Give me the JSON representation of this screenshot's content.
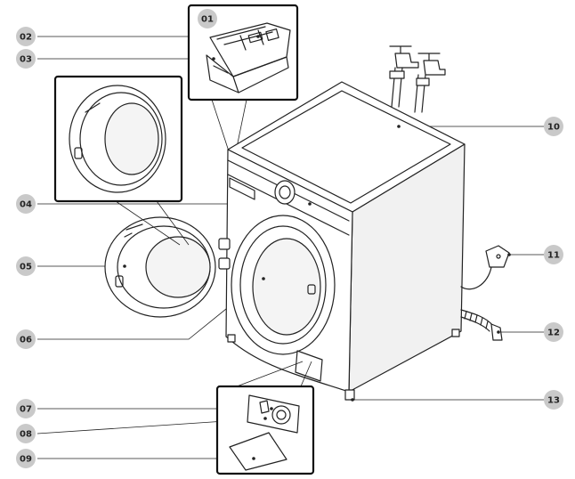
{
  "callouts": [
    {
      "id": "01",
      "label": "01"
    },
    {
      "id": "02",
      "label": "02"
    },
    {
      "id": "03",
      "label": "03"
    },
    {
      "id": "04",
      "label": "04"
    },
    {
      "id": "05",
      "label": "05"
    },
    {
      "id": "06",
      "label": "06"
    },
    {
      "id": "07",
      "label": "07"
    },
    {
      "id": "08",
      "label": "08"
    },
    {
      "id": "09",
      "label": "09"
    },
    {
      "id": "10",
      "label": "10"
    },
    {
      "id": "11",
      "label": "11"
    },
    {
      "id": "12",
      "label": "12"
    },
    {
      "id": "13",
      "label": "13"
    }
  ],
  "colors": {
    "badge": "#c9c9c9",
    "badge_text": "#222222",
    "line": "#222222",
    "cabinet_shade": "#e9e9e9",
    "door_glass": "#f4f4f4"
  }
}
